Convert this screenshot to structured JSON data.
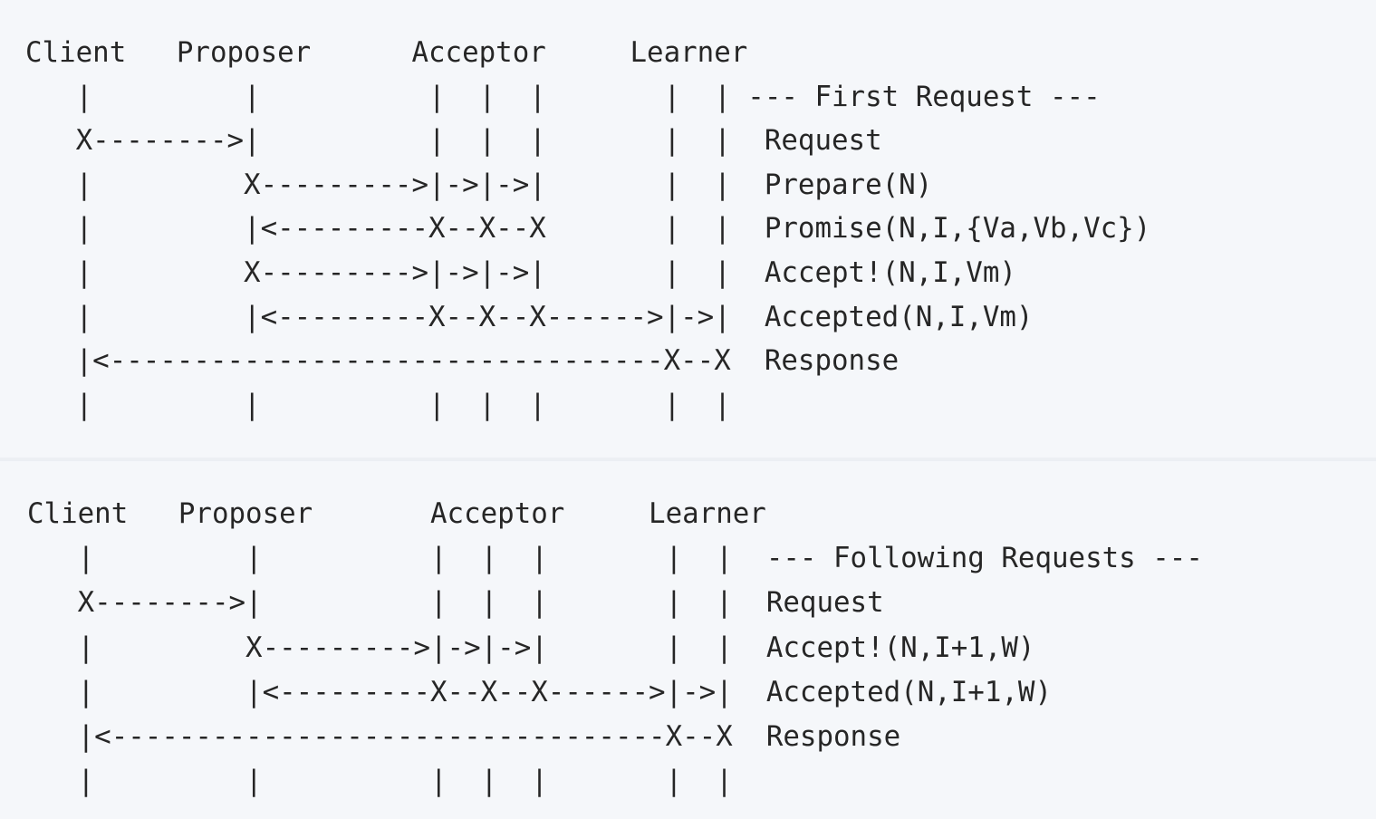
{
  "diagrams": [
    {
      "lines": [
        "Client   Proposer      Acceptor     Learner",
        "   |         |          |  |  |       |  | --- First Request ---",
        "   X-------->|          |  |  |       |  |  Request",
        "   |         X--------->|->|->|       |  |  Prepare(N)",
        "   |         |<---------X--X--X       |  |  Promise(N,I,{Va,Vb,Vc})",
        "   |         X--------->|->|->|       |  |  Accept!(N,I,Vm)",
        "   |         |<---------X--X--X------>|->|  Accepted(N,I,Vm)",
        "   |<---------------------------------X--X  Response",
        "   |         |          |  |  |       |  |"
      ]
    },
    {
      "lines": [
        "Client   Proposer       Acceptor     Learner",
        "   |         |          |  |  |       |  |  --- Following Requests ---",
        "   X-------->|          |  |  |       |  |  Request",
        "   |         X--------->|->|->|       |  |  Accept!(N,I+1,W)",
        "   |         |<---------X--X--X------>|->|  Accepted(N,I+1,W)",
        "   |<---------------------------------X--X  Response",
        "   |         |          |  |  |       |  |"
      ]
    }
  ]
}
